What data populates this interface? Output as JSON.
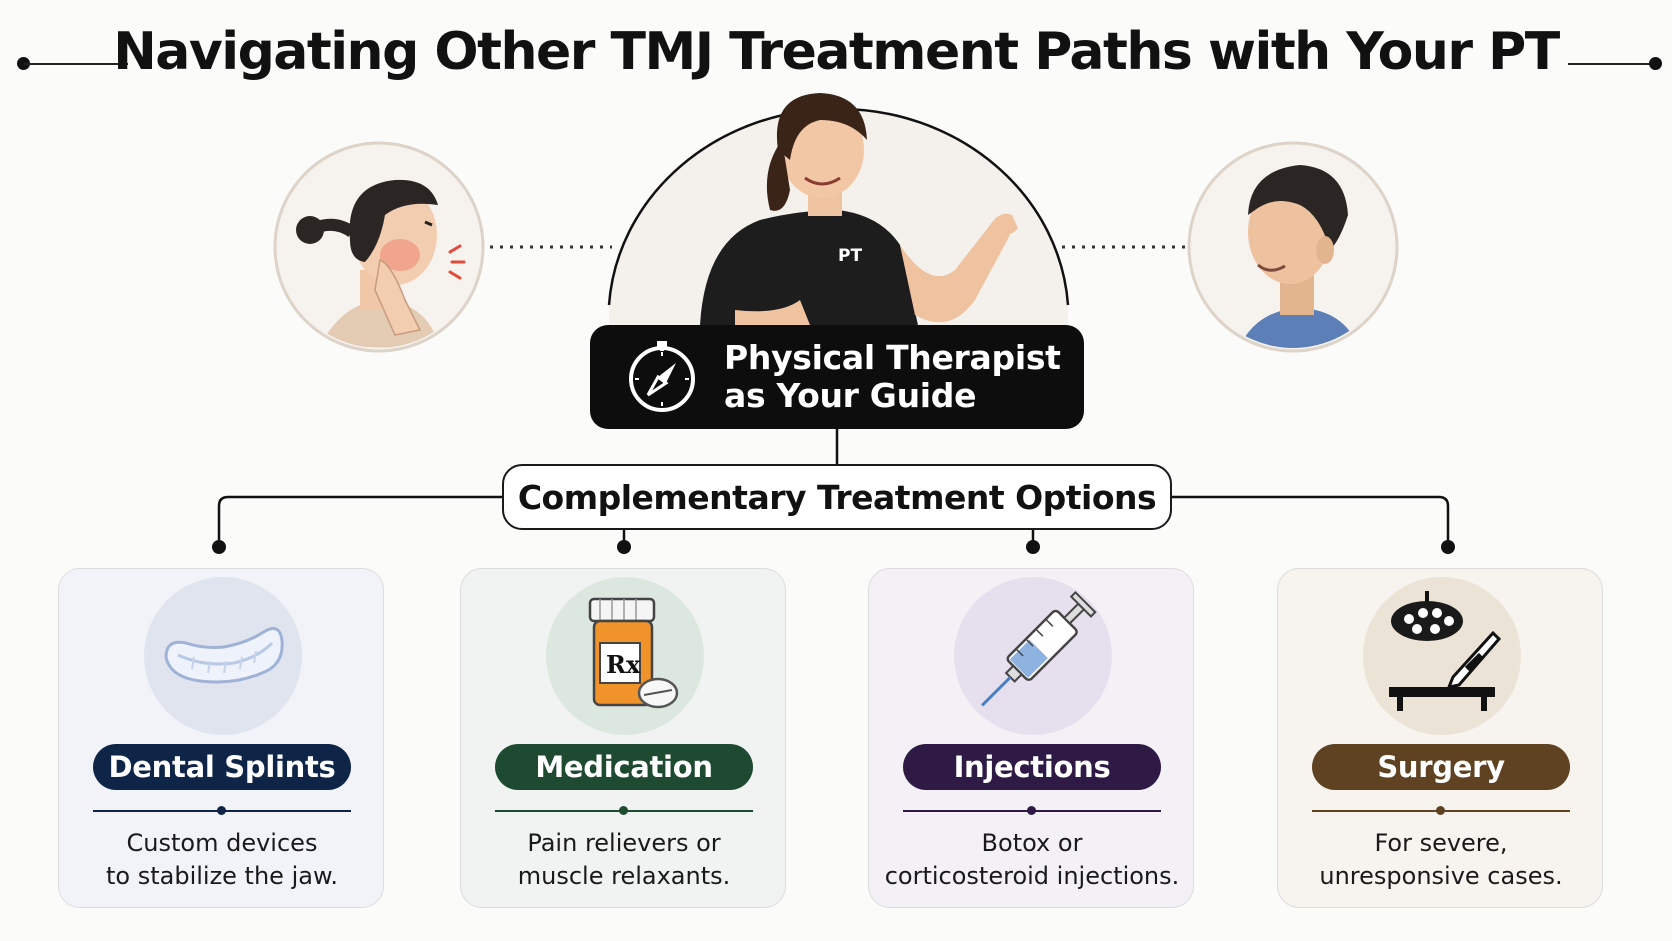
{
  "title": "Navigating Other TMJ Treatment Paths with Your PT",
  "guide": {
    "title": "Physical Therapist as Your Guide",
    "shirt_badge": "PT",
    "icon": "compass-icon"
  },
  "options_label": "Complementary Treatment Options",
  "people": [
    {
      "role": "patient-with-jaw-pain"
    },
    {
      "role": "physical-therapist"
    },
    {
      "role": "smiling-patient"
    }
  ],
  "cards": [
    {
      "label": "Dental Splints",
      "desc_line1": "Custom devices",
      "desc_line2": "to stabilize the jaw.",
      "icon": "dental-splint-icon",
      "color": "#0f2547",
      "bg": "#f1f3f8",
      "circle": "#dfe4ef"
    },
    {
      "label": "Medication",
      "desc_line1": "Pain relievers or",
      "desc_line2": "muscle relaxants.",
      "icon": "pill-bottle-icon",
      "color": "#1f4a32",
      "bg": "#f0f3f1",
      "circle": "#dce8df",
      "bottle_label": "Rx"
    },
    {
      "label": "Injections",
      "desc_line1": "Botox or",
      "desc_line2": "corticosteroid injections.",
      "icon": "syringe-icon",
      "color": "#2e1a44",
      "bg": "#f3f1f6",
      "circle": "#e6e0ee"
    },
    {
      "label": "Surgery",
      "desc_line1": "For severe,",
      "desc_line2": "unresponsive cases.",
      "icon": "scalpel-icon",
      "color": "#5f4221",
      "bg": "#f7f3ee",
      "circle": "#ece3d7"
    }
  ]
}
